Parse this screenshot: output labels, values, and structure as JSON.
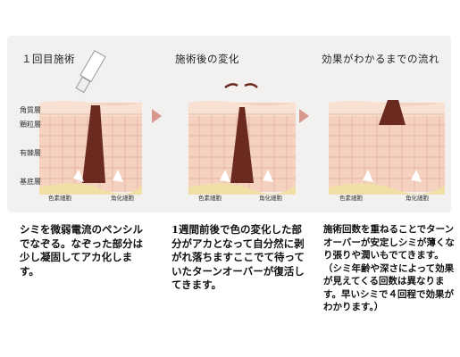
{
  "panels": [
    {
      "title": "１回目施術"
    },
    {
      "title": "施術後の変化"
    },
    {
      "title": "効果がわかるまでの流れ"
    }
  ],
  "layers": {
    "stratum_corneum": "角質層",
    "granular": "顆粒層",
    "spinous": "有棘層",
    "basal": "基底層"
  },
  "cells": {
    "pigment": "色素細胞",
    "keratinocyte": "角化細胞"
  },
  "captions": [
    "シミを微弱電流のペンシルでなぞる。なぞった部分は少し凝固してアカ化します。",
    "1週間前後で色の変化した部分がアカとなって自分然に剥がれ落ちますここでて待っていたターンオーバーが復活してきます。",
    "施術回数を重ねることでターンオーバーが安定しシミが薄くなり張りや潤いもでてきます。（シミ年齢や深さによって効果が見えてくる回数は異なります。早いシミで４回程で効果がわかります。）"
  ],
  "colors": {
    "panel_bg": "#f3f1ef",
    "arrow": "#d8988e",
    "skin": "#f2c9b4",
    "pigment": "#6b2a20"
  }
}
